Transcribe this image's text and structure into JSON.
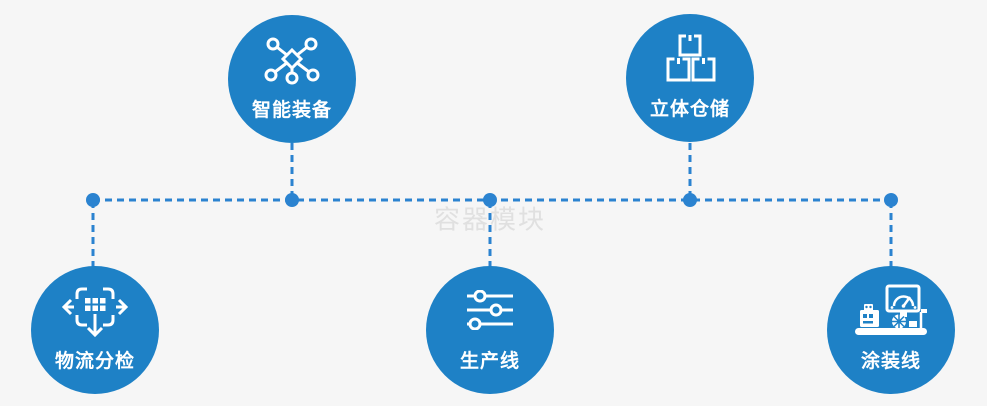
{
  "watermark": {
    "text": "容器模块"
  },
  "colors": {
    "background": "#f6f6f6",
    "node_blue": "#1e81c6",
    "connector_blue": "#2b83d0",
    "icon_white": "#ffffff",
    "watermark_gray": "#e0e0e0"
  },
  "nodes": [
    {
      "label": "智能装备",
      "icon": "network-nodes-icon",
      "position": "top-left"
    },
    {
      "label": "立体仓储",
      "icon": "stacked-boxes-icon",
      "position": "top-right"
    },
    {
      "label": "物流分检",
      "icon": "sort-distribute-icon",
      "position": "bottom-left"
    },
    {
      "label": "生产线",
      "icon": "sliders-icon",
      "position": "bottom-center"
    },
    {
      "label": "涂装线",
      "icon": "paint-machine-icon",
      "position": "bottom-right"
    }
  ]
}
